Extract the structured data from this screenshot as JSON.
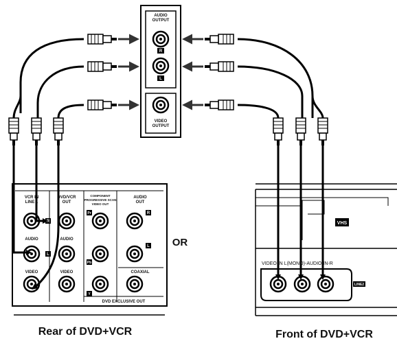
{
  "tv_panel": {
    "audio_output_label_1": "AUDIO",
    "audio_output_label_2": "OUTPUT",
    "jack_r": "R",
    "jack_l": "L",
    "video_output_label_1": "VIDEO",
    "video_output_label_2": "OUTPUT"
  },
  "rear_panel": {
    "vcr_in_1": "VCR IN",
    "vcr_in_2": "LINE 1",
    "dvdvcr_out_1": "DVD/VCR",
    "dvdvcr_out_2": "OUT",
    "component_1": "COMPONENT",
    "component_2": "PROGRESSIVE SCAN",
    "component_3": "VIDEO OUT",
    "audio_out_1": "AUDIO",
    "audio_out_2": "OUT",
    "audio_a": "AUDIO",
    "audio_b": "AUDIO",
    "video_a": "VIDEO",
    "video_b": "VIDEO",
    "r_tag": "R",
    "l_tag": "L",
    "pr_tag": "Pr",
    "pb_tag": "Pb",
    "y_tag": "Y",
    "ar_tag": "R",
    "al_tag": "L",
    "coaxial": "COAXIAL",
    "dvd_exclusive": "DVD EXCLUSIVE OUT",
    "caption": "Rear of DVD+VCR"
  },
  "front_panel": {
    "vhs": "VHS",
    "jack_labels": "VIDEO IN  L(MONO)-AUDIO IN-R",
    "line2": "LINE2",
    "caption": "Front of DVD+VCR"
  },
  "or_label": "OR"
}
